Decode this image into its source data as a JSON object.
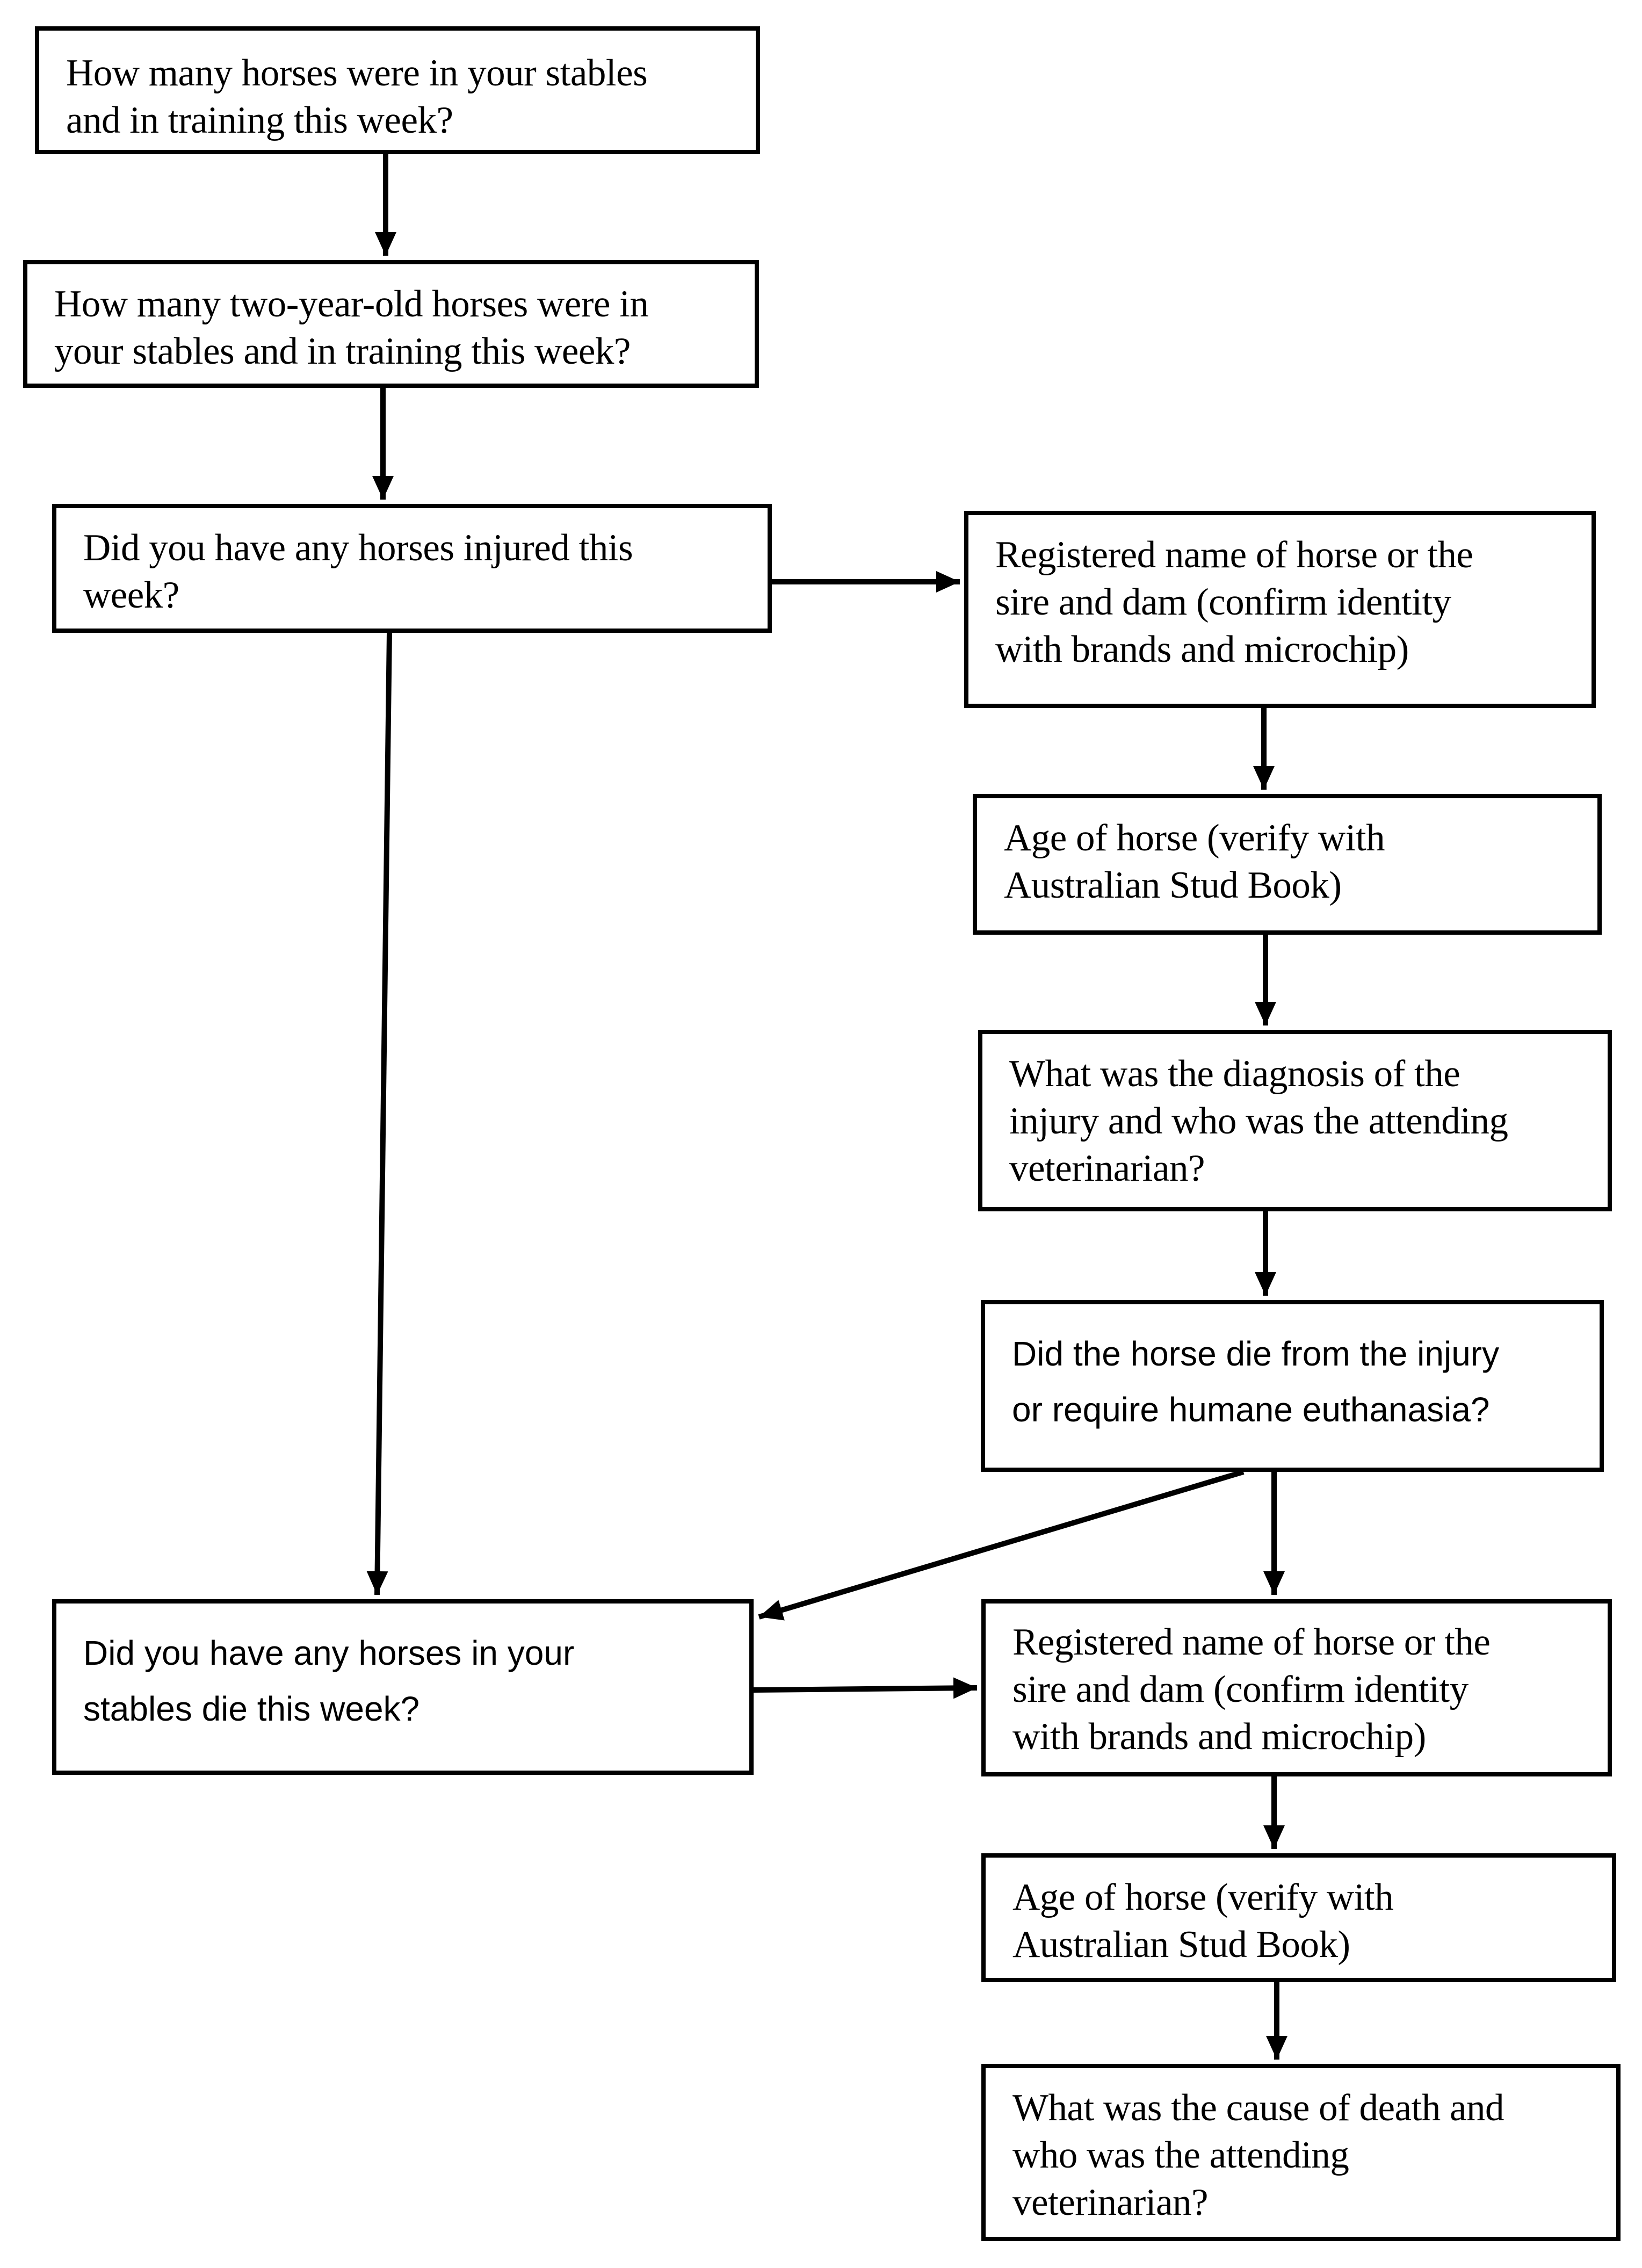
{
  "nodes": [
    {
      "id": "b1",
      "text": "How many horses were in your stables\nand in training this week?"
    },
    {
      "id": "b2",
      "text": "How many two-year-old horses were in\nyour stables and in training this week?"
    },
    {
      "id": "b3",
      "text": "Did you have any horses injured this\nweek?"
    },
    {
      "id": "b4",
      "text": "Registered name of horse or the\nsire and dam (confirm identity\nwith brands and microchip)"
    },
    {
      "id": "b5",
      "text": "Age of horse (verify with\nAustralian Stud Book)"
    },
    {
      "id": "b6",
      "text": "What was the diagnosis of the\ninjury and who was the attending\nveterinarian?"
    },
    {
      "id": "b7",
      "text": "Did the horse die from the injury\nor require humane euthanasia?"
    },
    {
      "id": "b8",
      "text": "Did you have any horses in your\nstables die this week?"
    },
    {
      "id": "b9",
      "text": "Registered name of horse or the\nsire and dam (confirm identity\nwith brands and microchip)"
    },
    {
      "id": "b10",
      "text": "Age of horse (verify with\nAustralian Stud Book)"
    },
    {
      "id": "b11",
      "text": "What was the cause of death and\nwho was the attending\nveterinarian?"
    }
  ],
  "edges": [
    {
      "from": "b1",
      "to": "b2"
    },
    {
      "from": "b2",
      "to": "b3"
    },
    {
      "from": "b3",
      "to": "b4"
    },
    {
      "from": "b3",
      "to": "b8"
    },
    {
      "from": "b4",
      "to": "b5"
    },
    {
      "from": "b5",
      "to": "b6"
    },
    {
      "from": "b6",
      "to": "b7"
    },
    {
      "from": "b7",
      "to": "b8"
    },
    {
      "from": "b7",
      "to": "b9"
    },
    {
      "from": "b8",
      "to": "b9"
    },
    {
      "from": "b9",
      "to": "b10"
    },
    {
      "from": "b10",
      "to": "b11"
    }
  ]
}
